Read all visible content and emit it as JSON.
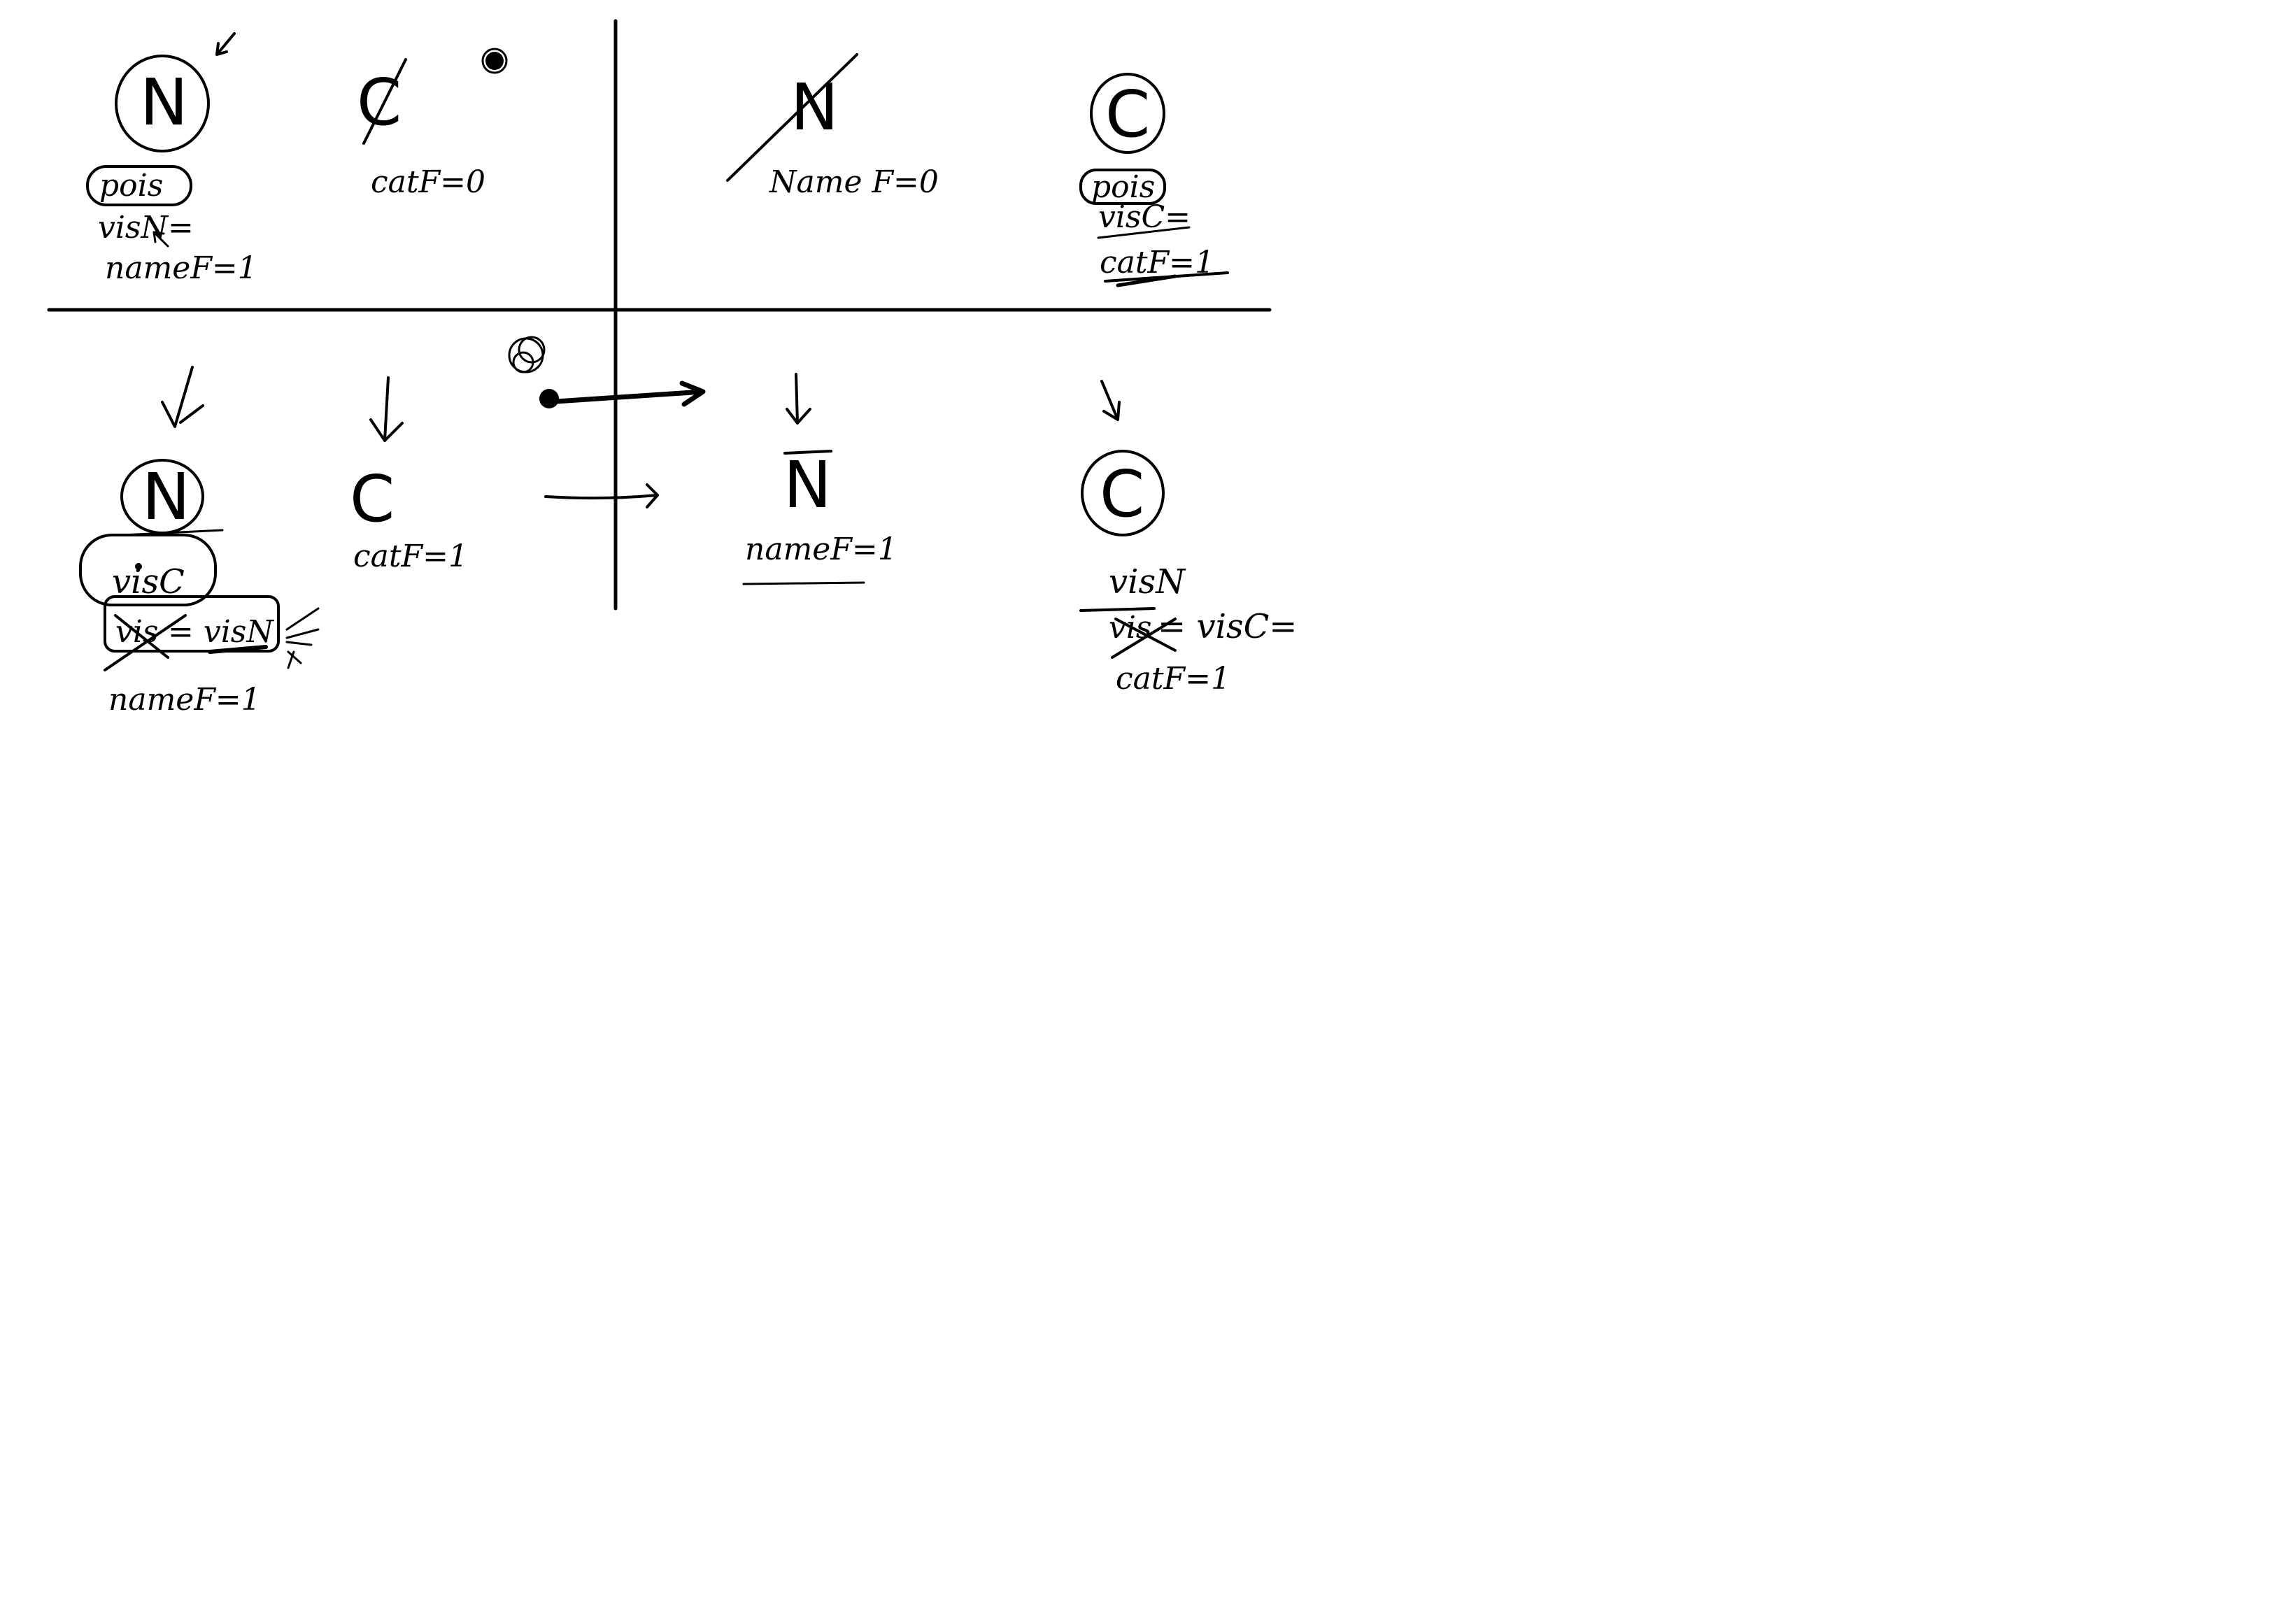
{
  "page": {
    "background": "#ffffff",
    "ink": "#000000"
  },
  "top_left": {
    "symbol": "N",
    "box_label": "pois",
    "line_vis": "visN=",
    "line_name": "nameF=1",
    "empty_symbol": "C",
    "cat_label": "catF=0"
  },
  "top_right": {
    "crossed_symbol": "N",
    "name_label": "Name F=0",
    "symbol": "C",
    "box_label": "pois",
    "line_vis": "visC=",
    "line_cat": "catF=1"
  },
  "bottom_left": {
    "symbol": "N",
    "vis_box": "visC",
    "vis_eq": "= visN",
    "crossed_vis": "vis",
    "line_name": "nameF=1",
    "mid_symbol": "C",
    "cat_label": "catF=1"
  },
  "bottom_right": {
    "symbol": "N",
    "name_label": "nameF=1",
    "c_symbol": "C",
    "vis_n": "visN",
    "crossed_vis": "vis",
    "vis_c": "= visC=",
    "cat_label": "catF=1"
  }
}
